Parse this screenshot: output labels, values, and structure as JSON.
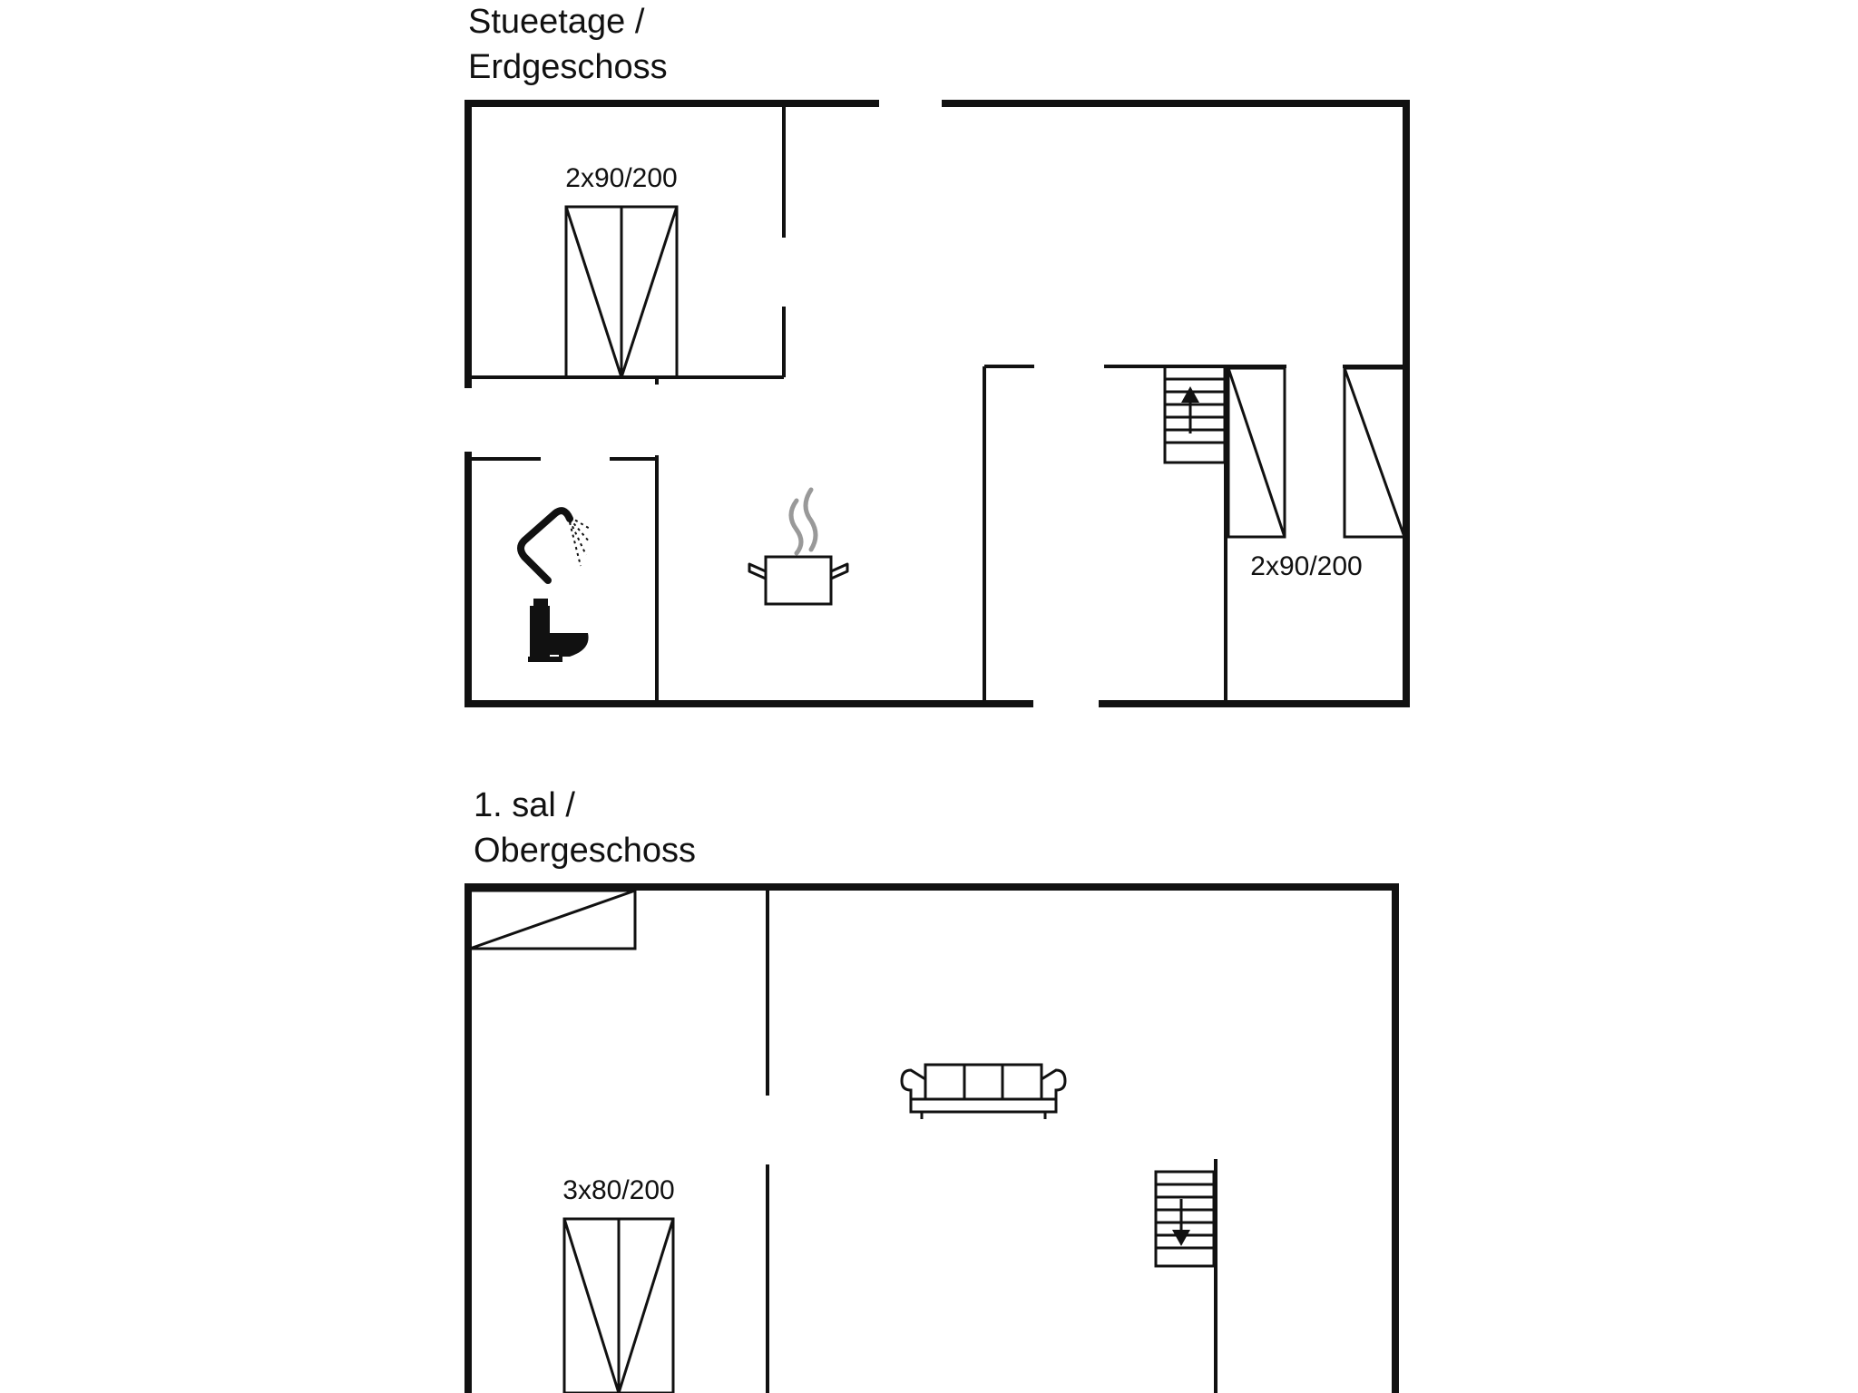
{
  "ground_floor": {
    "title_line1": "Stueetage /",
    "title_line2": "Erdgeschoss",
    "bedroom_left_label": "2x90/200",
    "bedroom_right_label": "2x90/200"
  },
  "upper_floor": {
    "title_line1": "1. sal /",
    "title_line2": "Obergeschoss",
    "bedroom_label": "3x80/200"
  },
  "icons": [
    "shower-icon",
    "toilet-icon",
    "cooking-pot-icon",
    "sofa-icon",
    "stairs-up-icon",
    "stairs-down-icon",
    "bed-icon"
  ],
  "colors": {
    "wall": "#111111",
    "steam": "#999999",
    "background": "#ffffff"
  }
}
